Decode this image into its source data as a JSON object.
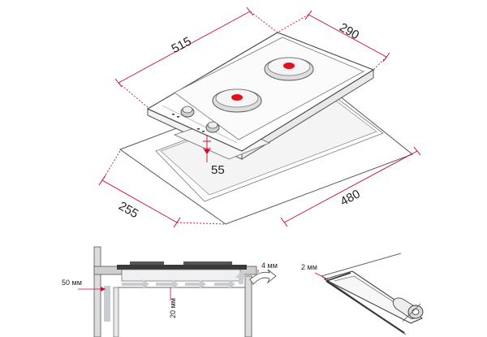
{
  "dimensions": {
    "width": "515",
    "depth": "290",
    "height": "55",
    "cutout_depth": "255",
    "cutout_width": "480"
  },
  "install_side": {
    "gap_front": "50 мм",
    "gap_top": "4 мм",
    "gap_bottom": "20 мм"
  },
  "install_detail": {
    "seal_gap": "2 мм"
  },
  "colors": {
    "dimension_line": "#c8102e",
    "burner": "#e3121b",
    "airflow_arrow": "#c9cdd3"
  }
}
